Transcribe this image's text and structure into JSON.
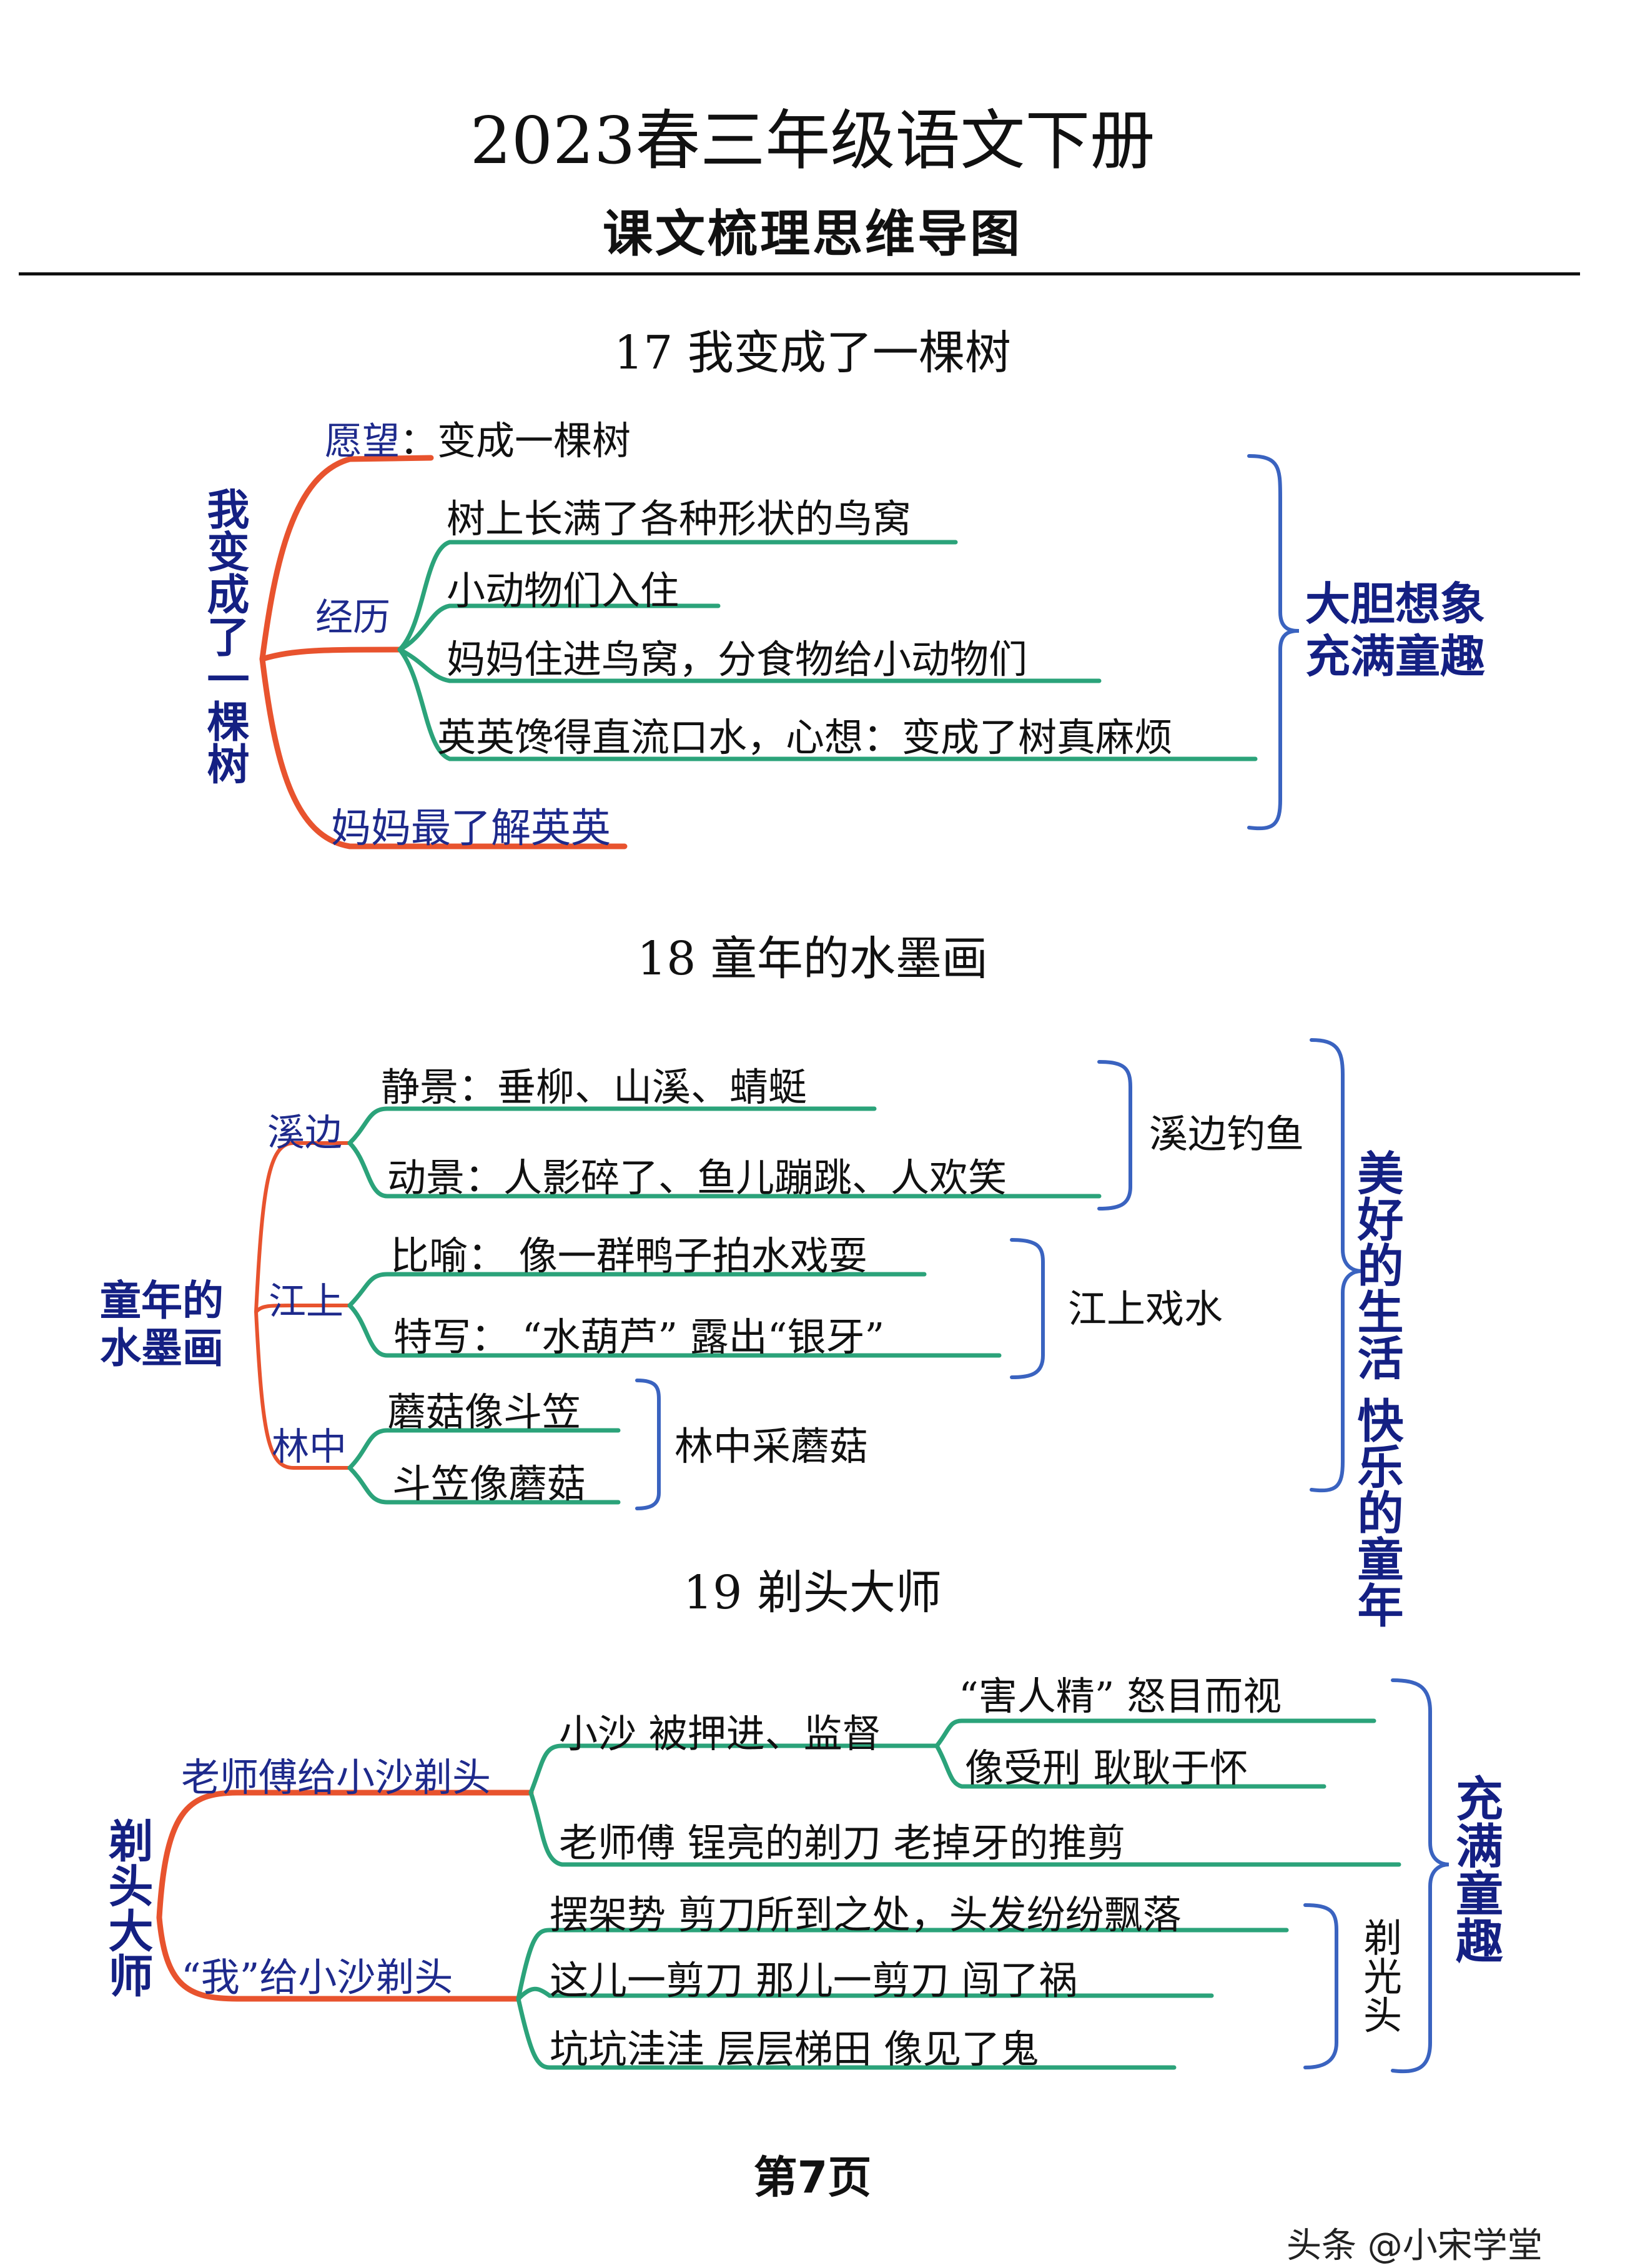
{
  "header": {
    "title": "2023春三年级语文下册",
    "subtitle": "课文梳理思维导图"
  },
  "s17": {
    "heading": "17  我变成了一棵树",
    "root": "我变成了一棵树",
    "b1_label": "愿望",
    "b1_text": "变成一棵树",
    "b2_label": "经历",
    "b2_items": [
      "树上长满了各种形状的鸟窝",
      "小动物们入住",
      "妈妈住进鸟窝，分食物给小动物们",
      "英英馋得直流口水，心想：变成了树真麻烦"
    ],
    "b3_text": "妈妈最了解英英",
    "summary_l1": "大胆想象",
    "summary_l2": "充满童趣"
  },
  "s18": {
    "heading": "18  童年的水墨画",
    "root_l1": "童年的",
    "root_l2": "水墨画",
    "b1_label": "溪边",
    "b1_items": [
      "静景：垂柳、山溪、蜻蜓",
      "动景：人影碎了、鱼儿蹦跳、人欢笑"
    ],
    "b1_sum": "溪边钓鱼",
    "b2_label": "江上",
    "b2_items": [
      "比喻：  像一群鸭子拍水戏耍",
      "特写：  “水葫芦”  露出“银牙”"
    ],
    "b2_sum": "江上戏水",
    "b3_label": "林中",
    "b3_items": [
      "蘑菇像斗笠",
      "斗笠像蘑菇"
    ],
    "b3_sum": "林中采蘑菇",
    "summary_c1": "美好的生活",
    "summary_c2": "快乐的童年"
  },
  "s19": {
    "heading": "19  剃头大师",
    "root": "剃头大师",
    "b1_label": "老师傅给小沙剃头",
    "b1_sub1": "小沙  被押进、监督",
    "b1_sub1_items": [
      "“害人精”  怒目而视",
      "像受刑    耿耿于怀"
    ],
    "b1_sub2": "老师傅    锃亮的剃刀    老掉牙的推剪",
    "b2_label": "“我”给小沙剃头",
    "b2_items": [
      "摆架势    剪刀所到之处，头发纷纷飘落",
      "这儿一剪刀    那儿一剪刀    闯了祸",
      "坑坑洼洼    层层梯田    像见了鬼"
    ],
    "b2_sum": "剃光头",
    "summary": "充满童趣"
  },
  "footer": {
    "page": "第7页",
    "watermark": "头条 @小宋学堂"
  }
}
